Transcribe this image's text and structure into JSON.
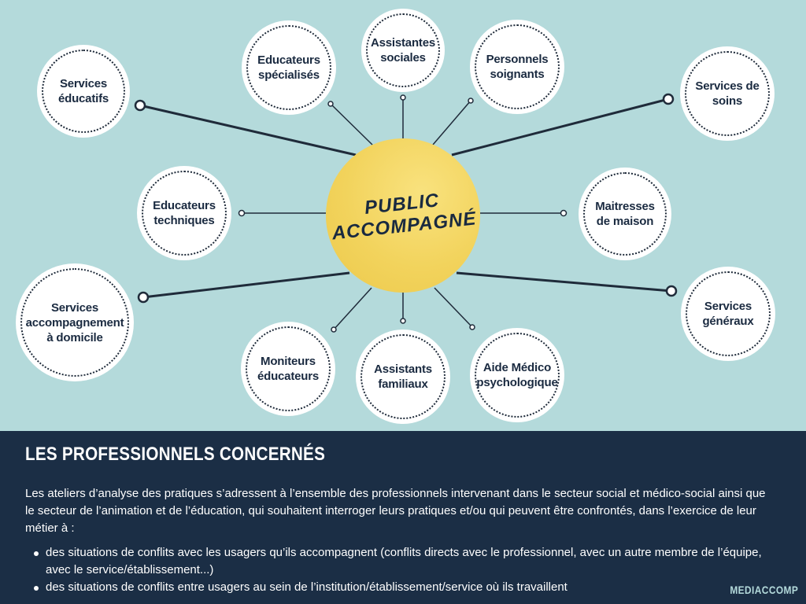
{
  "center": {
    "label": "PUBLIC\nACCOMPAGNÉ"
  },
  "nodes": [
    {
      "label": "Services\néducatifs"
    },
    {
      "label": "Educateurs\nspécialisés"
    },
    {
      "label": "Assistantes\nsociales"
    },
    {
      "label": "Personnels\nsoignants"
    },
    {
      "label": "Services de\nsoins"
    },
    {
      "label": "Educateurs\ntechniques"
    },
    {
      "label": "Maitresses\nde maison"
    },
    {
      "label": "Services\naccompagnement\nà domicile"
    },
    {
      "label": "Services\ngénéraux"
    },
    {
      "label": "Moniteurs\néducateurs"
    },
    {
      "label": "Assistants\nfamiliaux"
    },
    {
      "label": "Aide Médico\npsychologique"
    }
  ],
  "info": {
    "title": "LES PROFESSIONNELS CONCERNÉS",
    "intro": "Les ateliers d’analyse des pratiques s’adressent à l’ensemble des professionnels intervenant dans le secteur social et médico-social ainsi que le secteur de l’animation et de l’éducation, qui souhaitent interroger leurs pratiques et/ou qui peuvent être confrontés, dans l’exercice de leur métier à :",
    "bullets": [
      "des situations de conflits avec les usagers qu’ils accompagnent (conflits directs avec le professionnel, avec un autre membre de l’équipe, avec le service/établissement...)",
      "des situations de conflits entre usagers au sein de l’institution/établissement/service où ils travaillent"
    ]
  },
  "brand": "MEDIACCOMP",
  "colors": {
    "background": "#b4dadb",
    "center_fill": "#f2d35c",
    "panel": "#1b2e45",
    "text_dark": "#1a2a40"
  }
}
